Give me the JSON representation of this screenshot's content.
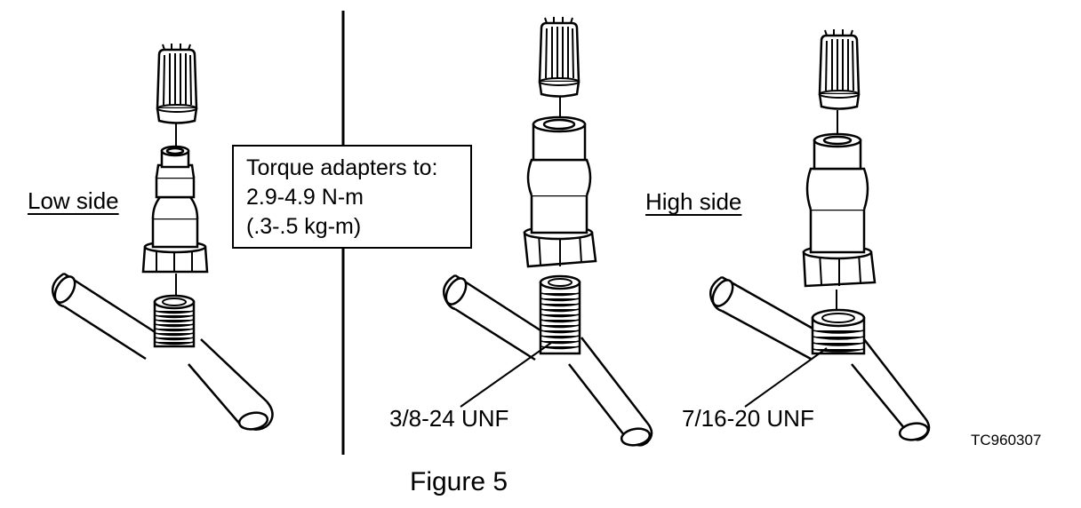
{
  "labels": {
    "low_side": "Low side",
    "high_side": "High side",
    "torque_lines": [
      "Torque adapters to:",
      "2.9-4.9 N-m",
      "(.3-.5 kg-m)"
    ],
    "thread_low": "3/8-24 UNF",
    "thread_high": "7/16-20 UNF",
    "image_code": "TC960307",
    "figure_caption": "Figure 5"
  },
  "icons": [
    "valve-cap-icon",
    "service-adapter-icon",
    "pipe-tee-icon",
    "divider-line"
  ],
  "colors": {
    "ink": "#000000",
    "paper": "#ffffff"
  }
}
